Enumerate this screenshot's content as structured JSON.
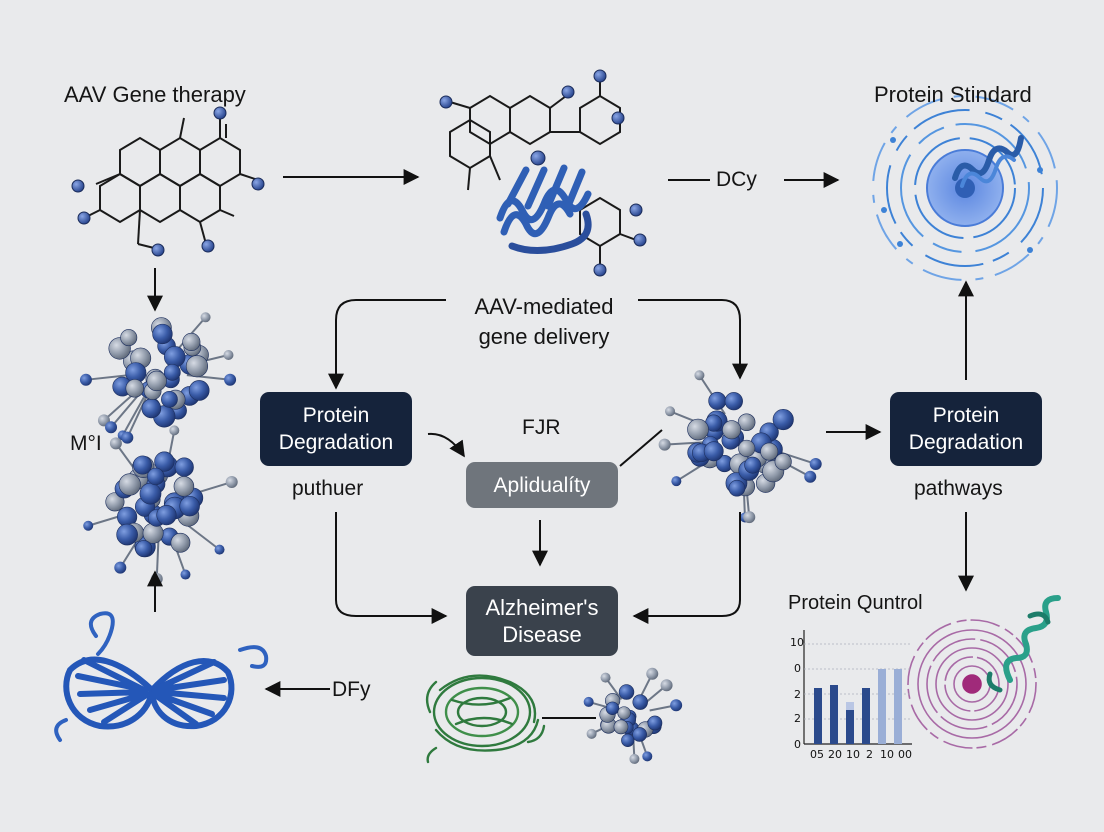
{
  "labels": {
    "aav_gene_therapy": "AAV Gene therapy",
    "protein_stindard": "Protein Stindard",
    "dcy": "DCy",
    "aav_mediated_line1": "AAV-mediated",
    "aav_mediated_line2": "gene delivery",
    "fjr": "FJR",
    "puthuer": "puthuer",
    "pathways": "pathways",
    "m_label": "M°I",
    "dfy": "DFy",
    "protein_quntrol": "Protein Quntrol"
  },
  "boxes": {
    "left": {
      "line1": "Protein",
      "line2": "Degradation"
    },
    "right": {
      "line1": "Protein",
      "line2": "Degradation"
    },
    "center": {
      "text": "Aplidualíty"
    },
    "alzheimers": {
      "line1": "Alzheimer's",
      "line2": "Disease"
    }
  },
  "colors": {
    "background": "#e9eaec",
    "dark_box": "#15233b",
    "slate_box": "#3a424c",
    "gray_box": "#6f757c",
    "protein_blue": "#2f5fb5",
    "sphere_blue": "#3a5ca8",
    "sphere_gray": "#8e98a8",
    "teal": "#2aa08a",
    "purple": "#9a5a9a",
    "green": "#2f7a3e"
  },
  "chart_data": {
    "type": "bar",
    "title": "Protein Quntrol",
    "y_tick_labels": [
      "10",
      "0",
      "2",
      "2",
      "0"
    ],
    "x_tick_labels": [
      "05",
      "20",
      "10",
      "2",
      "10",
      "00"
    ],
    "values": [
      0.56,
      0.59,
      0.34,
      0.56,
      0.75,
      0.75
    ],
    "secondary_values": [
      0.42
    ],
    "colors": [
      "#2b4a8c",
      "#2b4a8c",
      "#2b4a8c",
      "#2b4a8c",
      "#9aaed6",
      "#9aaed6"
    ],
    "ylim": [
      0,
      1
    ],
    "grid": true
  }
}
